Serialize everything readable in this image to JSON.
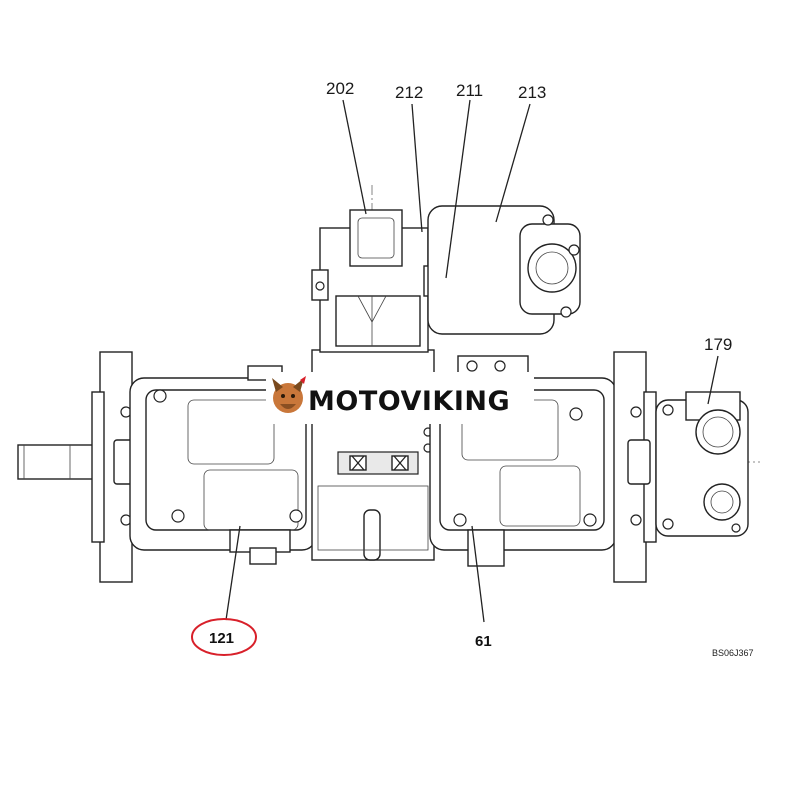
{
  "labels": {
    "p202": "202",
    "p212": "212",
    "p211": "211",
    "p213": "213",
    "p179": "179",
    "p121": "121",
    "p61": "61"
  },
  "drawing_code": "BS06J367",
  "watermark": "MOTOVIKING",
  "colors": {
    "highlight_circle": "#d8202a",
    "line": "#222222",
    "watermark_bg": "#ffffff"
  }
}
